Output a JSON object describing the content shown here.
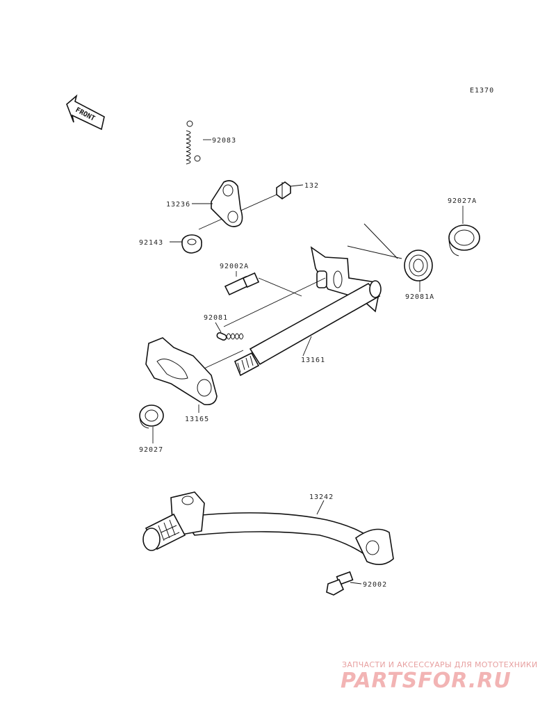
{
  "diagram_code": "E1370",
  "front_label": "FRONT",
  "parts": [
    {
      "id": "spring-92083",
      "label": "92083"
    },
    {
      "id": "bolt-132",
      "label": "132"
    },
    {
      "id": "plate-13236",
      "label": "13236"
    },
    {
      "id": "collar-92143",
      "label": "92143"
    },
    {
      "id": "seal-92027A",
      "label": "92027A"
    },
    {
      "id": "pin-92002A",
      "label": "92002A"
    },
    {
      "id": "spring-92081A",
      "label": "92081A"
    },
    {
      "id": "spring-92081",
      "label": "92081"
    },
    {
      "id": "shaft-13161",
      "label": "13161"
    },
    {
      "id": "plate-13165",
      "label": "13165"
    },
    {
      "id": "seal-92027",
      "label": "92027"
    },
    {
      "id": "pedal-13242",
      "label": "13242"
    },
    {
      "id": "bolt-92002",
      "label": "92002"
    }
  ],
  "watermark": {
    "line1": "ЗАПЧАСТИ И АКСЕССУАРЫ ДЛЯ МОТОТЕХНИКИ",
    "line2": "PARTSFOR.RU"
  }
}
